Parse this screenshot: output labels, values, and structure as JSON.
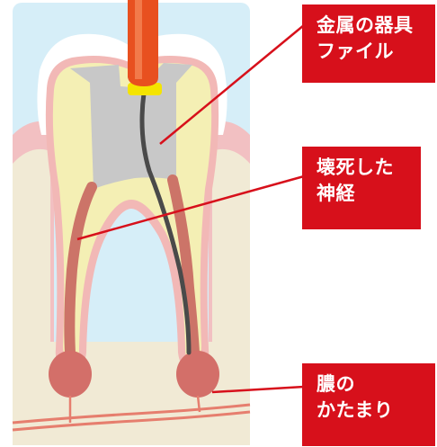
{
  "labels": {
    "file": {
      "line1": "金属の器具",
      "line2": "ファイル"
    },
    "nerve": {
      "line1": "壊死した",
      "line2": "神経"
    },
    "pus": {
      "line1": "膿の",
      "line2": "かたまり"
    }
  },
  "colors": {
    "background_panel": "#d6eef8",
    "gum": "#f2c0c2",
    "bone": "#f1ead5",
    "enamel": "#ffffff",
    "dentin": "#f4efb4",
    "pulp_chamber": "#c8c8c8",
    "root_canal": "#cc7468",
    "pus_mass": "#d36f69",
    "file_handle": "#e8501f",
    "file_stopper": "#f4e400",
    "file_wire": "#4a4a4a",
    "label_red": "#d7101b",
    "leader_line": "#d7101b",
    "blood_vessel": "#e67e6e"
  }
}
